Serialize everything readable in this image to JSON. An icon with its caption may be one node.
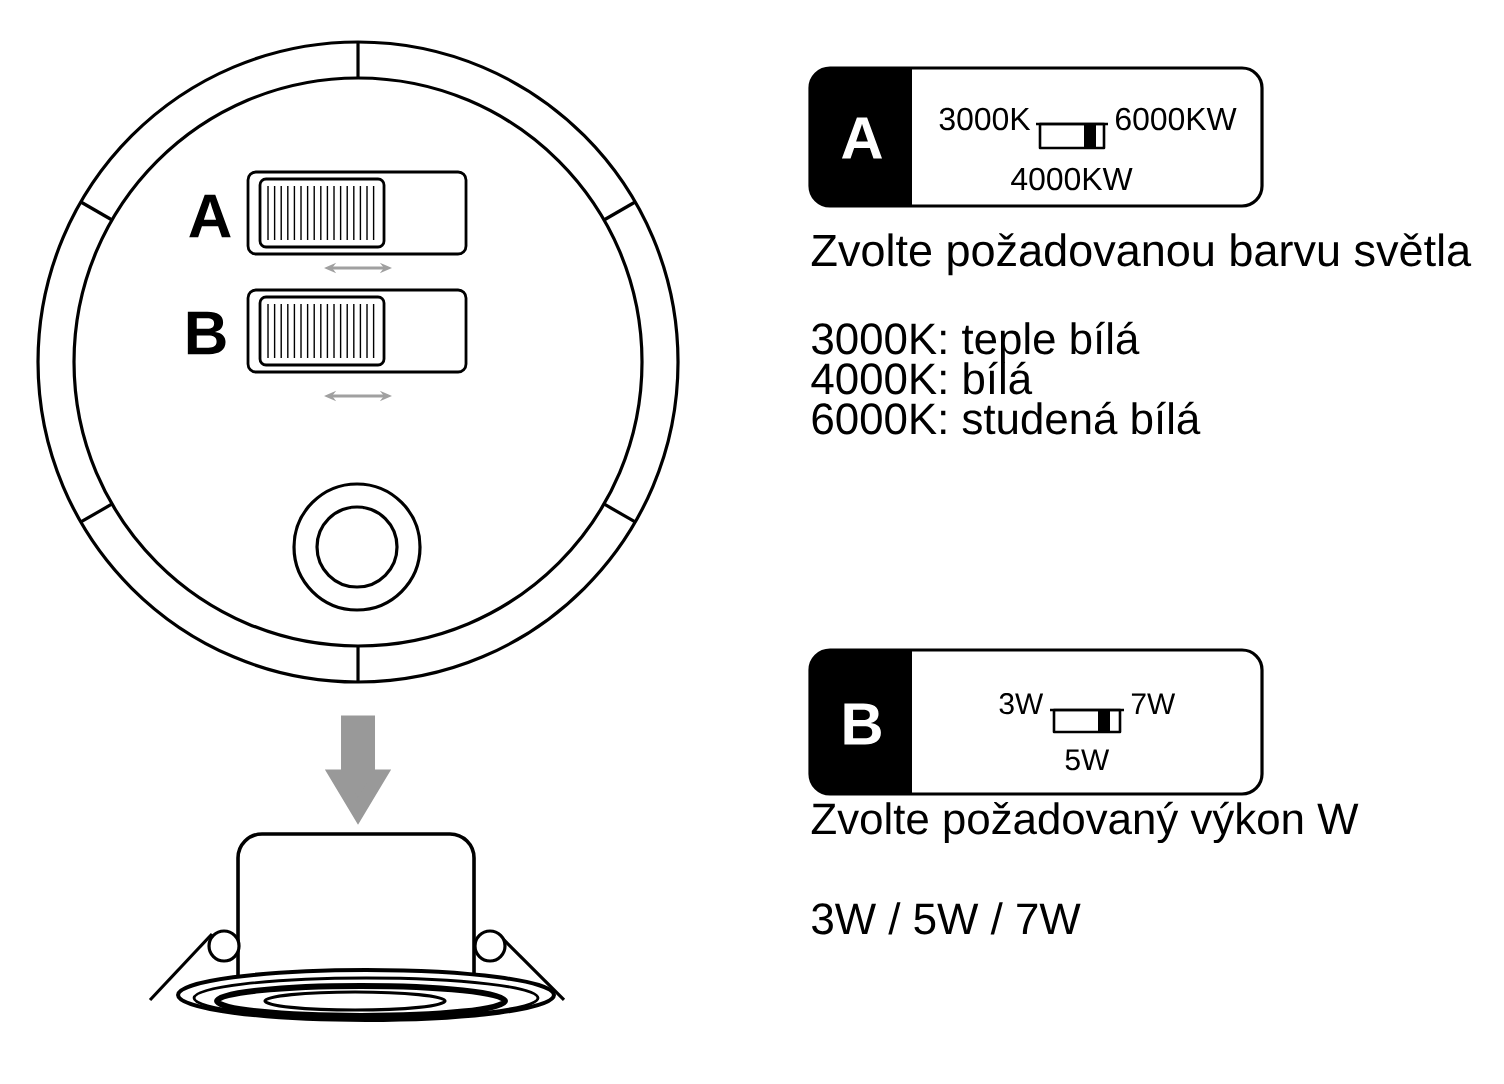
{
  "diagram": {
    "nodes": [
      {
        "text": [],
        "shape": "circle"
      },
      {
        "text": [],
        "shape": "picture"
      },
      {
        "text": [
          "A",
          "3000K",
          "6000KW",
          "4000KW"
        ],
        "beside": [
          "Zvolte požadovanou barvu světla"
        ]
      },
      {
        "text": [
          "B",
          "3W",
          "7W",
          "5W"
        ],
        "beside": [
          "Zvolte požadovaný výkon W"
        ]
      }
    ],
    "edges": [
      {
        "from": 0,
        "to": 1,
        "arrow": "to",
        "color": "#999999"
      }
    ],
    "labels": [
      "A",
      "B",
      "3000K: teple bílá",
      "4000K: bílá",
      "6000K: studená bílá",
      "3W / 5W / 7W"
    ]
  }
}
